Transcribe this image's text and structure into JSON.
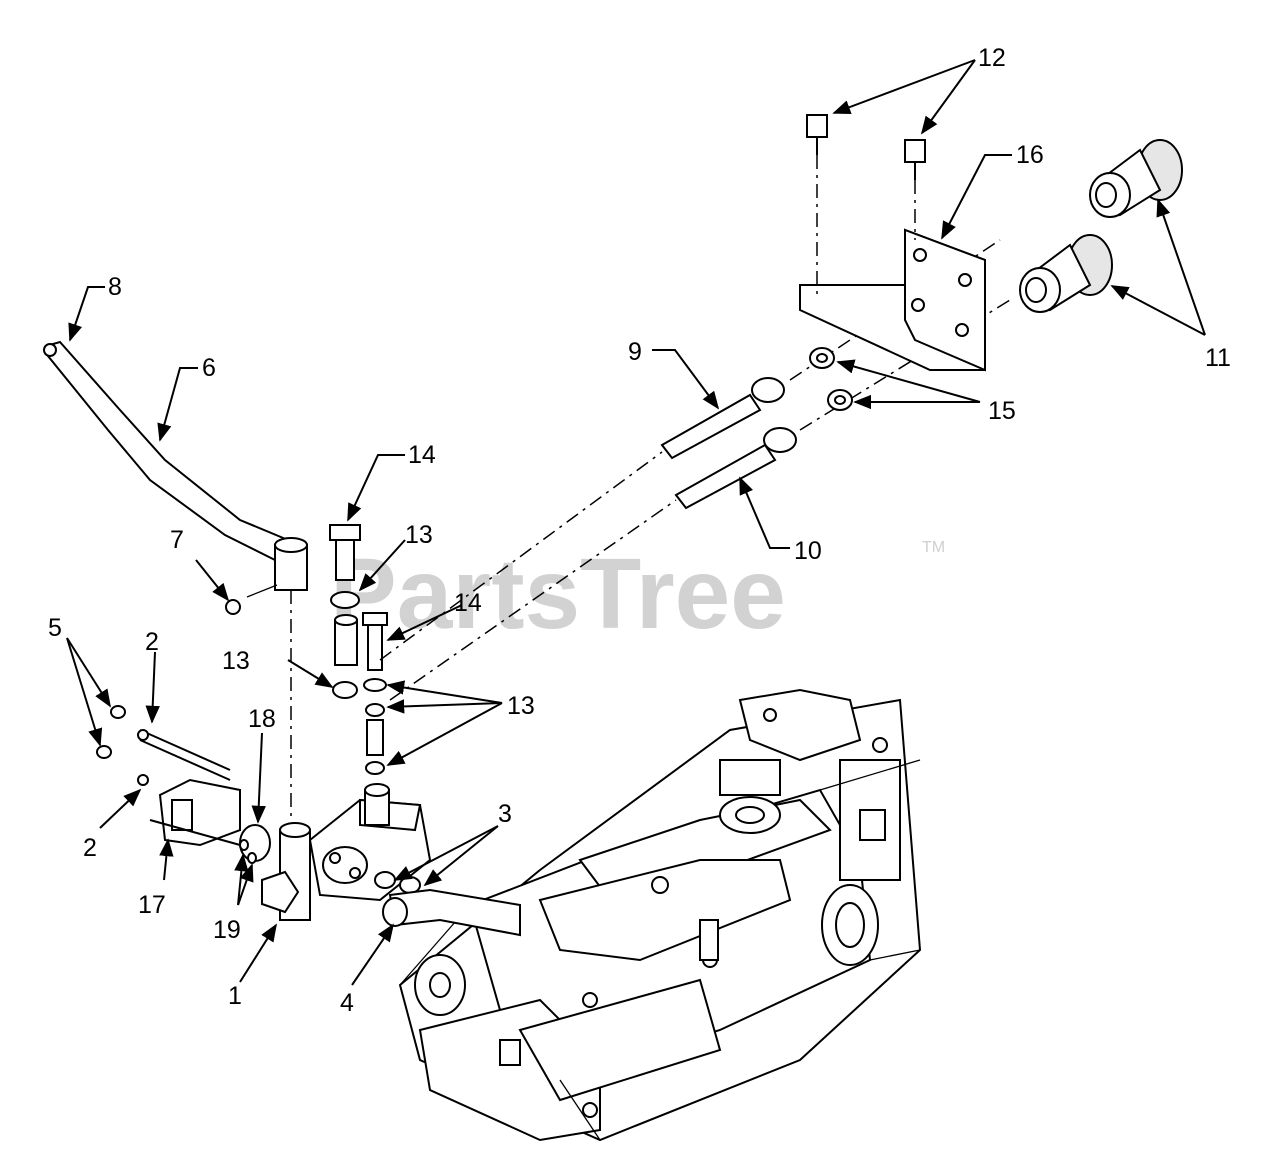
{
  "watermark": {
    "text": "PartsTree",
    "trademark": "TM"
  },
  "callouts": [
    {
      "id": "c1",
      "text": "1"
    },
    {
      "id": "c2a",
      "text": "2"
    },
    {
      "id": "c2b",
      "text": "2"
    },
    {
      "id": "c3",
      "text": "3"
    },
    {
      "id": "c4",
      "text": "4"
    },
    {
      "id": "c5",
      "text": "5"
    },
    {
      "id": "c6",
      "text": "6"
    },
    {
      "id": "c7",
      "text": "7"
    },
    {
      "id": "c8",
      "text": "8"
    },
    {
      "id": "c9",
      "text": "9"
    },
    {
      "id": "c10",
      "text": "10"
    },
    {
      "id": "c11",
      "text": "11"
    },
    {
      "id": "c12",
      "text": "12"
    },
    {
      "id": "c13a",
      "text": "13"
    },
    {
      "id": "c13b",
      "text": "13"
    },
    {
      "id": "c13c",
      "text": "13"
    },
    {
      "id": "c14a",
      "text": "14"
    },
    {
      "id": "c14b",
      "text": "14"
    },
    {
      "id": "c15",
      "text": "15"
    },
    {
      "id": "c16",
      "text": "16"
    },
    {
      "id": "c17",
      "text": "17"
    },
    {
      "id": "c18",
      "text": "18"
    },
    {
      "id": "c19",
      "text": "19"
    }
  ]
}
